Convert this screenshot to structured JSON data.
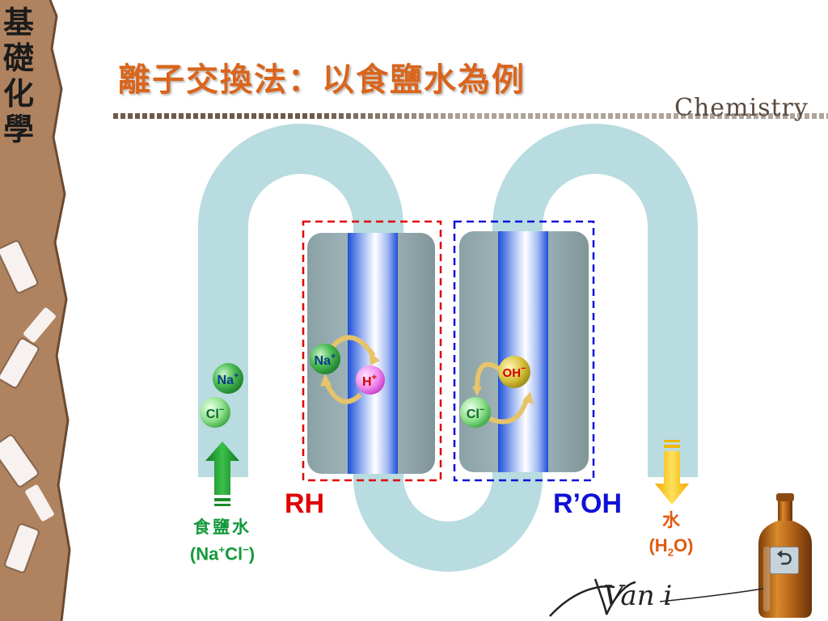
{
  "sidebar": {
    "title_chars": [
      "基",
      "礎",
      "化",
      "學"
    ]
  },
  "header": {
    "title": "離子交換法：以食鹽水為例",
    "brand": "Chemistry"
  },
  "diagram": {
    "columns": [
      {
        "label": "RH",
        "border_color": "#e00000"
      },
      {
        "label": "R’OH",
        "border_color": "#1010d8"
      }
    ],
    "ions": {
      "input_na": "Na",
      "input_na_charge": "+",
      "input_cl": "Cl",
      "input_cl_charge": "−",
      "col1_na": "Na",
      "col1_na_charge": "+",
      "col1_h": "H",
      "col1_h_charge": "+",
      "col2_oh": "OH",
      "col2_oh_charge": "−",
      "col2_cl": "Cl",
      "col2_cl_charge": "−"
    },
    "input": {
      "name": "食鹽水",
      "formula_open": "(Na",
      "formula_plus": "+",
      "formula_cl": "Cl",
      "formula_minus": "−",
      "formula_close": ")"
    },
    "output": {
      "name": "水",
      "formula_open": "(H",
      "formula_sub": "2",
      "formula_close": "O)"
    }
  },
  "nav": {
    "return_icon": "return-icon",
    "return_glyph": "⮌"
  },
  "signature": {
    "text": "Van i"
  },
  "colors": {
    "title": "#d9651d",
    "pipe": "#b8dce0",
    "rh_border": "#e00000",
    "roh_border": "#1010d8",
    "input_green": "#139a3a",
    "output_orange": "#e05a10"
  }
}
